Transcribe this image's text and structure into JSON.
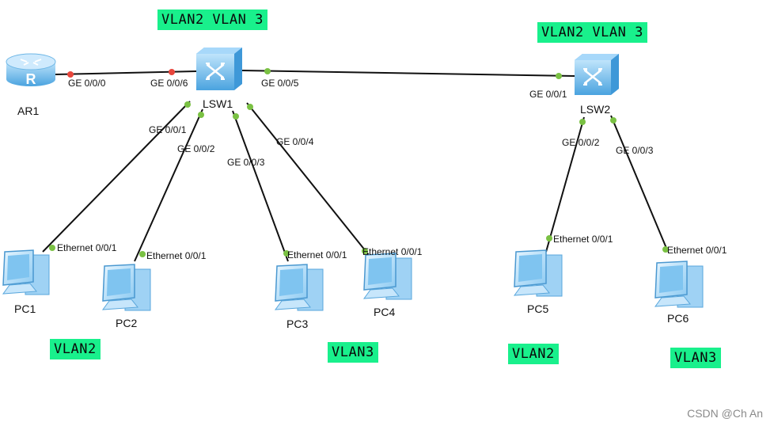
{
  "colors": {
    "link": "#111111",
    "port_up": "#7ac143",
    "port_down": "#e8463c",
    "vlan_bg": "#19f08c",
    "device_blue": "#5ab0e8"
  },
  "devices": {
    "ar1": {
      "name": "AR1",
      "icon": "router-icon"
    },
    "lsw1": {
      "name": "LSW1",
      "icon": "switch-icon"
    },
    "lsw2": {
      "name": "LSW2",
      "icon": "switch-icon"
    },
    "pc1": {
      "name": "PC1",
      "icon": "pc-icon"
    },
    "pc2": {
      "name": "PC2",
      "icon": "pc-icon"
    },
    "pc3": {
      "name": "PC3",
      "icon": "pc-icon"
    },
    "pc4": {
      "name": "PC4",
      "icon": "pc-icon"
    },
    "pc5": {
      "name": "PC5",
      "icon": "pc-icon"
    },
    "pc6": {
      "name": "PC6",
      "icon": "pc-icon"
    }
  },
  "ports": {
    "ar1_ge000": "GE 0/0/0",
    "lsw1_ge006": "GE 0/0/6",
    "lsw1_ge005": "GE 0/0/5",
    "lsw1_ge001": "GE 0/0/1",
    "lsw1_ge002": "GE 0/0/2",
    "lsw1_ge003": "GE 0/0/3",
    "lsw1_ge004": "GE 0/0/4",
    "lsw2_ge001": "GE 0/0/1",
    "lsw2_ge002": "GE 0/0/2",
    "lsw2_ge003": "GE 0/0/3",
    "pc1_eth": "Ethernet 0/0/1",
    "pc2_eth": "Ethernet 0/0/1",
    "pc3_eth": "Ethernet 0/0/1",
    "pc4_eth": "Ethernet 0/0/1",
    "pc5_eth": "Ethernet 0/0/1",
    "pc6_eth": "Ethernet 0/0/1"
  },
  "annotations": {
    "lsw1_vlans": "VLAN2 VLAN 3",
    "lsw2_vlans": "VLAN2 VLAN 3",
    "vlan_pc1": "VLAN2",
    "vlan_pc34": "VLAN3",
    "vlan_pc5": "VLAN2",
    "vlan_pc6": "VLAN3"
  },
  "links": [
    {
      "a": "AR1 GE 0/0/0",
      "b": "LSW1 GE 0/0/6",
      "state": "down"
    },
    {
      "a": "LSW1 GE 0/0/5",
      "b": "LSW2 GE 0/0/1",
      "state": "up"
    },
    {
      "a": "LSW1 GE 0/0/1",
      "b": "PC1 Ethernet 0/0/1",
      "state": "up"
    },
    {
      "a": "LSW1 GE 0/0/2",
      "b": "PC2 Ethernet 0/0/1",
      "state": "up"
    },
    {
      "a": "LSW1 GE 0/0/3",
      "b": "PC3 Ethernet 0/0/1",
      "state": "up"
    },
    {
      "a": "LSW1 GE 0/0/4",
      "b": "PC4 Ethernet 0/0/1",
      "state": "up"
    },
    {
      "a": "LSW2 GE 0/0/2",
      "b": "PC5 Ethernet 0/0/1",
      "state": "up"
    },
    {
      "a": "LSW2 GE 0/0/3",
      "b": "PC6 Ethernet 0/0/1",
      "state": "up"
    }
  ],
  "watermark": "CSDN @Ch An"
}
